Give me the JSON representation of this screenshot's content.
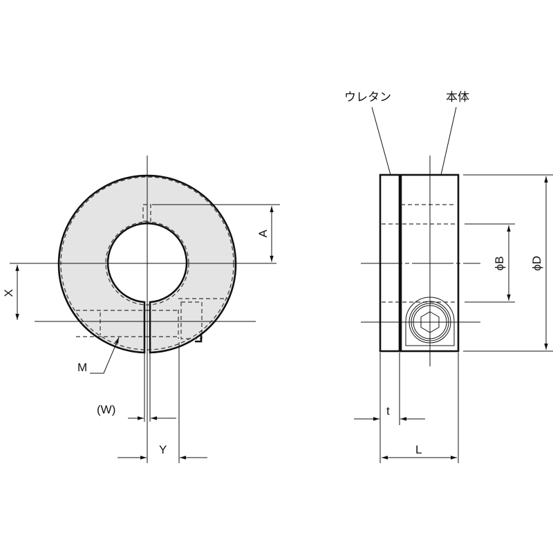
{
  "labels": {
    "urethane": "ウレタン",
    "body": "本体",
    "A": "A",
    "X": "X",
    "M": "M",
    "W": "(W)",
    "Y": "Y",
    "phiB": "ϕB",
    "phiD": "ϕD",
    "t": "t",
    "L": "L"
  },
  "colors": {
    "fill": "#e4e4e4",
    "line": "#111111"
  }
}
